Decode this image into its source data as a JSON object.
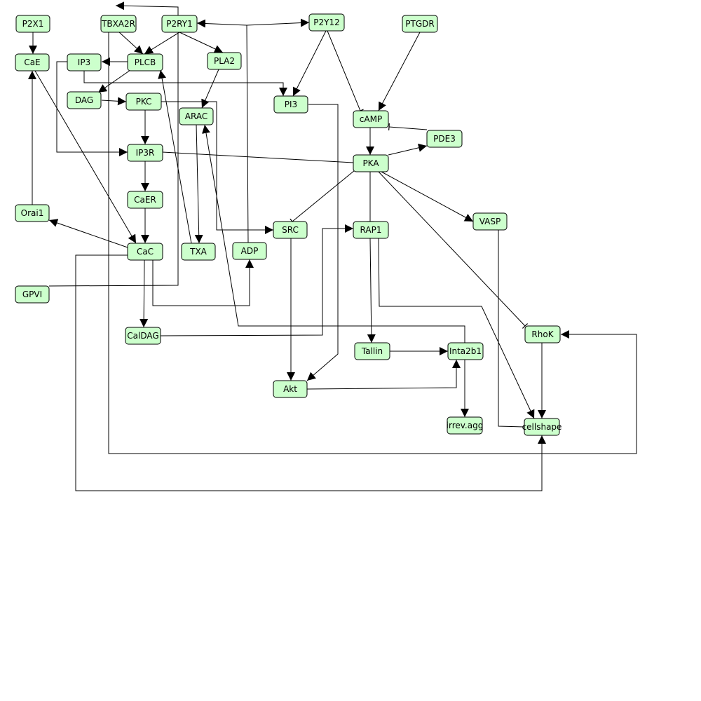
{
  "diagram": {
    "title": "",
    "colors": {
      "node_fill": "#ccffcc",
      "node_border": "#000000",
      "edge": "#000000",
      "background": "#ffffff"
    },
    "nodes": [
      {
        "id": "P2X1",
        "label": "P2X1"
      },
      {
        "id": "TBXA2R",
        "label": "TBXA2R"
      },
      {
        "id": "P2RY1",
        "label": "P2RY1"
      },
      {
        "id": "P2Y12",
        "label": "P2Y12"
      },
      {
        "id": "PTGDR",
        "label": "PTGDR"
      },
      {
        "id": "CaE",
        "label": "CaE"
      },
      {
        "id": "IP3",
        "label": "IP3"
      },
      {
        "id": "PLCB",
        "label": "PLCB"
      },
      {
        "id": "PLA2",
        "label": "PLA2"
      },
      {
        "id": "DAG",
        "label": "DAG"
      },
      {
        "id": "PKC",
        "label": "PKC"
      },
      {
        "id": "ARAC",
        "label": "ARAC"
      },
      {
        "id": "PI3",
        "label": "PI3"
      },
      {
        "id": "cAMP",
        "label": "cAMP"
      },
      {
        "id": "PDE3",
        "label": "PDE3"
      },
      {
        "id": "IP3R",
        "label": "IP3R"
      },
      {
        "id": "PKA",
        "label": "PKA"
      },
      {
        "id": "CaER",
        "label": "CaER"
      },
      {
        "id": "Orai1",
        "label": "Orai1"
      },
      {
        "id": "SRC",
        "label": "SRC"
      },
      {
        "id": "RAP1",
        "label": "RAP1"
      },
      {
        "id": "VASP",
        "label": "VASP"
      },
      {
        "id": "CaC",
        "label": "CaC"
      },
      {
        "id": "TXA",
        "label": "TXA"
      },
      {
        "id": "ADP",
        "label": "ADP"
      },
      {
        "id": "GPVI",
        "label": "GPVI"
      },
      {
        "id": "RhoK",
        "label": "RhoK"
      },
      {
        "id": "CalDAG",
        "label": "CalDAG"
      },
      {
        "id": "Tallin",
        "label": "Tallin"
      },
      {
        "id": "Inta2b1",
        "label": "Inta2b1"
      },
      {
        "id": "Akt",
        "label": "Akt"
      },
      {
        "id": "irrev_agg",
        "label": "irrev.agg"
      },
      {
        "id": "cellshape",
        "label": "cellshape"
      }
    ],
    "edges": [
      {
        "from": "P2X1",
        "to": "CaE",
        "type": "activation"
      },
      {
        "from": "TBXA2R",
        "to": "PLCB",
        "type": "activation"
      },
      {
        "from": "P2RY1",
        "to": "PLCB",
        "type": "activation"
      },
      {
        "from": "P2RY1",
        "to": "PLA2",
        "type": "activation"
      },
      {
        "from": "PLCB",
        "to": "IP3",
        "type": "activation"
      },
      {
        "from": "PLCB",
        "to": "DAG",
        "type": "activation"
      },
      {
        "from": "DAG",
        "to": "PKC",
        "type": "activation"
      },
      {
        "from": "PKC",
        "to": "IP3R",
        "type": "activation"
      },
      {
        "from": "IP3",
        "to": "IP3R",
        "type": "activation"
      },
      {
        "from": "IP3",
        "to": "PI3",
        "type": "activation"
      },
      {
        "from": "IP3R",
        "to": "CaER",
        "type": "activation"
      },
      {
        "from": "CaER",
        "to": "CaC",
        "type": "activation"
      },
      {
        "from": "CaE",
        "to": "CaC",
        "type": "activation"
      },
      {
        "from": "Orai1",
        "to": "CaE",
        "type": "activation"
      },
      {
        "from": "CaC",
        "to": "Orai1",
        "type": "activation"
      },
      {
        "from": "CaC",
        "to": "CalDAG",
        "type": "activation"
      },
      {
        "from": "CaC",
        "to": "ADP",
        "type": "activation"
      },
      {
        "from": "CaC",
        "to": "cellshape",
        "type": "activation"
      },
      {
        "from": "TXA",
        "to": "PLCB",
        "type": "activation"
      },
      {
        "from": "GPVI",
        "to": "TBXA2R",
        "type": "activation"
      },
      {
        "from": "PLA2",
        "to": "ARAC",
        "type": "activation"
      },
      {
        "from": "ARAC",
        "to": "TXA",
        "type": "activation"
      },
      {
        "from": "Inta2b1",
        "to": "ARAC",
        "type": "activation"
      },
      {
        "from": "ADP",
        "to": "P2RY1",
        "type": "activation"
      },
      {
        "from": "ADP",
        "to": "P2Y12",
        "type": "activation"
      },
      {
        "from": "P2Y12",
        "to": "PI3",
        "type": "activation"
      },
      {
        "from": "P2Y12",
        "to": "cAMP",
        "type": "inhibition"
      },
      {
        "from": "PTGDR",
        "to": "cAMP",
        "type": "activation"
      },
      {
        "from": "PDE3",
        "to": "cAMP",
        "type": "inhibition"
      },
      {
        "from": "cAMP",
        "to": "PKA",
        "type": "activation"
      },
      {
        "from": "PKA",
        "to": "PDE3",
        "type": "activation"
      },
      {
        "from": "PKA",
        "to": "IP3R",
        "type": "inhibition"
      },
      {
        "from": "PKA",
        "to": "SRC",
        "type": "inhibition"
      },
      {
        "from": "PKA",
        "to": "RAP1",
        "type": "inhibition"
      },
      {
        "from": "PKA",
        "to": "VASP",
        "type": "activation"
      },
      {
        "from": "PKA",
        "to": "RhoK",
        "type": "inhibition"
      },
      {
        "from": "PKC",
        "to": "SRC",
        "type": "activation"
      },
      {
        "from": "CalDAG",
        "to": "RAP1",
        "type": "activation"
      },
      {
        "from": "SRC",
        "to": "Akt",
        "type": "activation"
      },
      {
        "from": "PI3",
        "to": "Akt",
        "type": "activation"
      },
      {
        "from": "RAP1",
        "to": "Tallin",
        "type": "activation"
      },
      {
        "from": "RAP1",
        "to": "cellshape",
        "type": "activation"
      },
      {
        "from": "Tallin",
        "to": "Inta2b1",
        "type": "activation"
      },
      {
        "from": "Akt",
        "to": "Inta2b1",
        "type": "activation"
      },
      {
        "from": "Inta2b1",
        "to": "irrev_agg",
        "type": "activation"
      },
      {
        "from": "VASP",
        "to": "cellshape",
        "type": "inhibition"
      },
      {
        "from": "RhoK",
        "to": "cellshape",
        "type": "activation"
      },
      {
        "from": "TBXA2R",
        "to": "RhoK",
        "type": "activation"
      }
    ]
  }
}
